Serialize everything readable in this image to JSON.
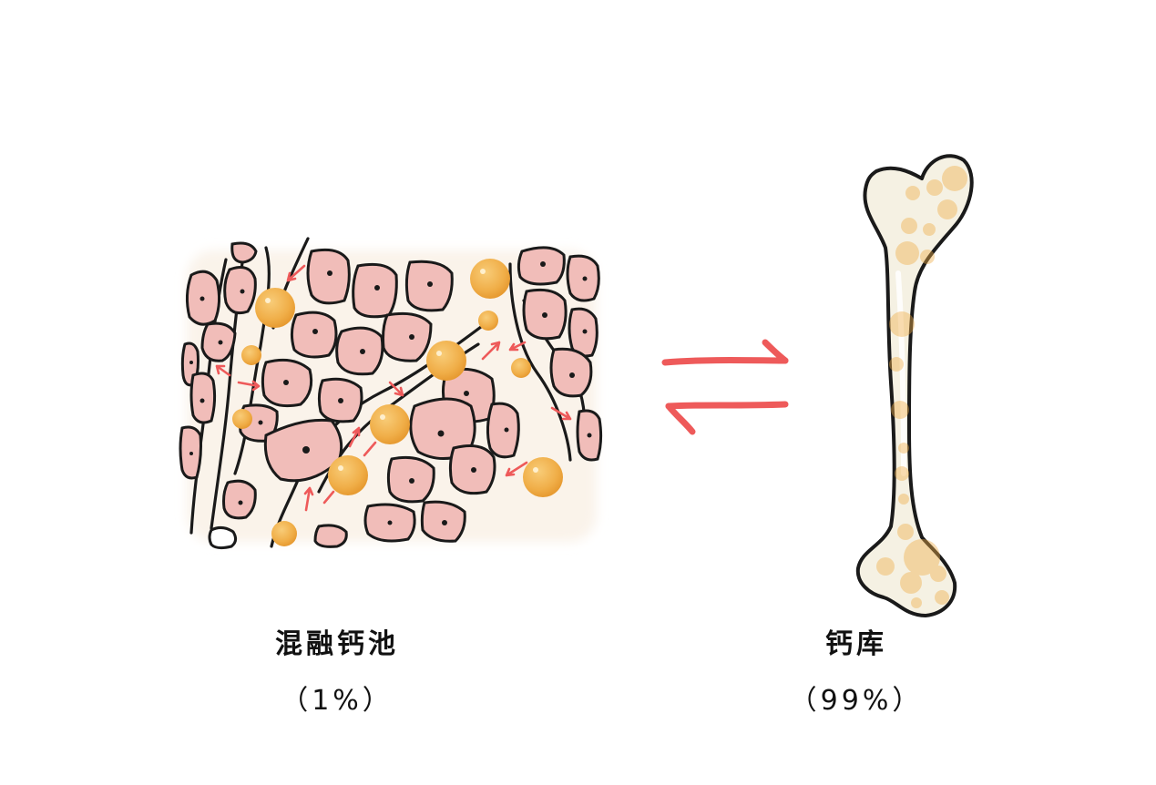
{
  "diagram": {
    "left_node": {
      "label": "混融钙池",
      "percent": "（1%）"
    },
    "right_node": {
      "label": "钙库",
      "percent": "（99%）"
    },
    "relation": "equilibrium-arrows-icon",
    "colors": {
      "cell_fill": "#f1bdb9",
      "cell_outline": "#1a1a1a",
      "calcium_ball": "#f0ae48",
      "arrow": "#ee5a5a",
      "bone_fill": "#f5f1e3",
      "tissue_bg": "#faf3ea"
    }
  }
}
